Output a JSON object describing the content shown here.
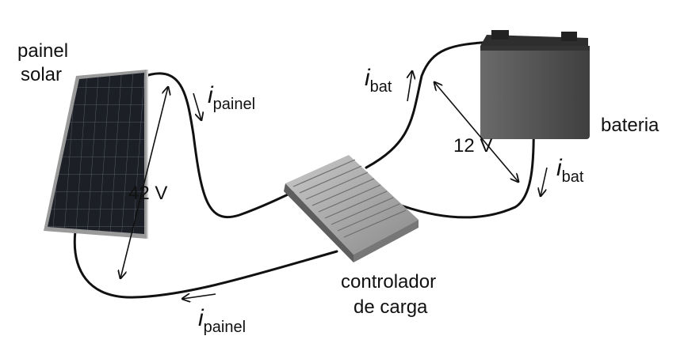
{
  "labels": {
    "panel_line1": "painel",
    "panel_line2": "solar",
    "battery": "bateria",
    "controller_line1": "controlador",
    "controller_line2": "de carga",
    "panel_voltage": "42 V",
    "battery_voltage": "12 V"
  },
  "currents": {
    "panel_top": {
      "symbol": "i",
      "subscript": "painel"
    },
    "panel_bottom": {
      "symbol": "i",
      "subscript": "painel"
    },
    "battery_top": {
      "symbol": "i",
      "subscript": "bat"
    },
    "battery_bottom": {
      "symbol": "i",
      "subscript": "bat"
    }
  }
}
